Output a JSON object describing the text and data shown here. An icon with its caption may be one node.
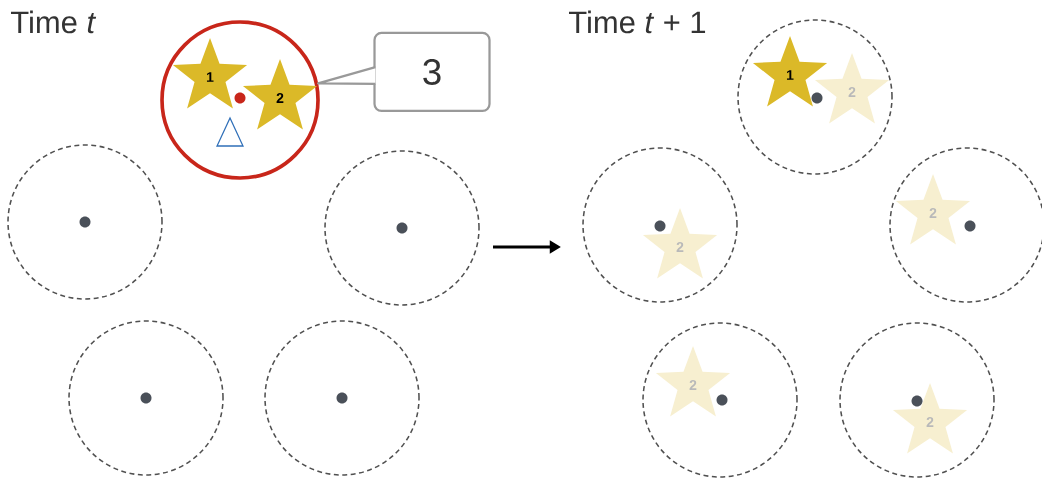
{
  "diagram": {
    "nodes": [
      {
        "text": [],
        "shape": "circle"
      },
      {
        "text": [
          "1"
        ],
        "in": 0
      },
      {
        "text": [
          "2"
        ],
        "in": 0
      },
      {
        "text": [
          "3"
        ]
      },
      {
        "text": [],
        "shape": "circle"
      },
      {
        "text": [],
        "shape": "circle"
      },
      {
        "text": [],
        "shape": "circle"
      },
      {
        "text": [],
        "shape": "circle"
      },
      {
        "text": [],
        "shape": "circle"
      },
      {
        "text": [
          "1"
        ],
        "in": 8
      },
      {
        "text": [
          "2"
        ],
        "in": 8
      },
      {
        "text": [],
        "shape": "circle"
      },
      {
        "text": [
          "2"
        ],
        "in": 11
      },
      {
        "text": [],
        "shape": "circle"
      },
      {
        "text": [
          "2"
        ],
        "in": 13
      },
      {
        "text": [],
        "shape": "circle"
      },
      {
        "text": [
          "2"
        ],
        "in": 15
      },
      {
        "text": [],
        "shape": "circle"
      },
      {
        "text": [
          "2"
        ],
        "in": 17
      }
    ],
    "edges": [
      {
        "from": 3,
        "to": 0,
        "arrow": "none"
      }
    ],
    "labels": [
      "Time *t*",
      "Time *t* + 1"
    ]
  }
}
